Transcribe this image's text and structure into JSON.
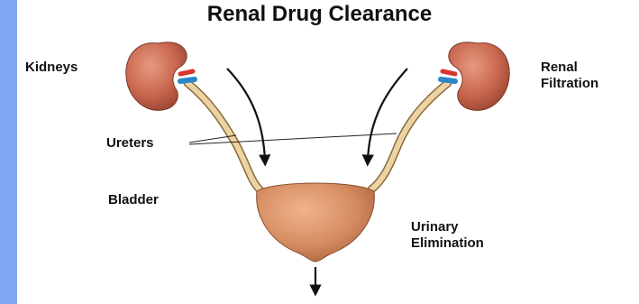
{
  "title": "Renal Drug Clearance",
  "labels": {
    "kidneys": "Kidneys",
    "renal_filtration": [
      "Renal",
      "Filtration"
    ],
    "ureters": "Ureters",
    "bladder": "Bladder",
    "urinary_elimination": [
      "Urinary",
      "Elimination"
    ]
  },
  "colors": {
    "strip": "#7da6f5",
    "kidney": "#c9674f",
    "bladder": "#d58a60",
    "ureter": "#e9cf9f",
    "artery": "#d9332b",
    "vein": "#2b86c8"
  }
}
